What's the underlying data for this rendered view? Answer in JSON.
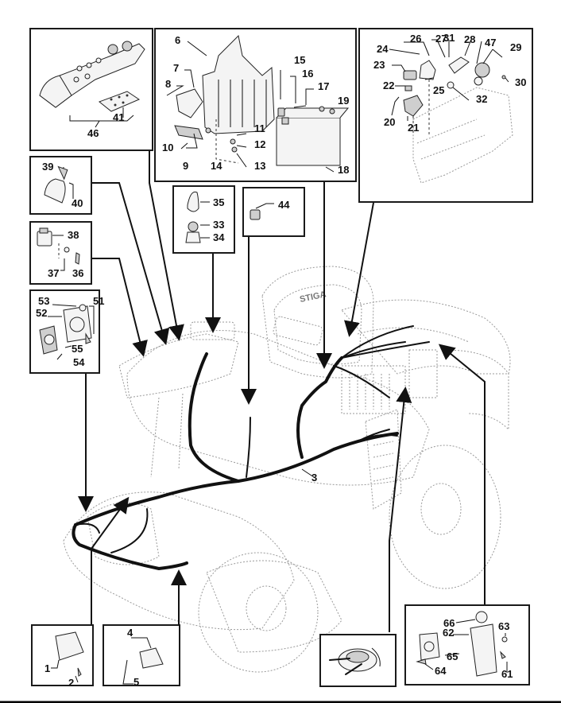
{
  "diagram": {
    "type": "exploded parts diagram",
    "subject": "ride-on mower electrical wiring harness",
    "brand_mark": "STIGA",
    "main_harness_label": "3",
    "panels": [
      {
        "id": "dashboard-panel",
        "labels": [
          "46",
          "41"
        ]
      },
      {
        "id": "battery-panel",
        "labels": [
          "6",
          "7",
          "8",
          "9",
          "10",
          "11",
          "12",
          "13",
          "14",
          "15",
          "16",
          "17",
          "18",
          "19"
        ]
      },
      {
        "id": "rear-bracket-panel",
        "labels": [
          "26",
          "27",
          "31",
          "28",
          "47",
          "29",
          "24",
          "23",
          "22",
          "25",
          "20",
          "21",
          "32",
          "30"
        ]
      },
      {
        "id": "cap-panel",
        "labels": [
          "39",
          "40"
        ]
      },
      {
        "id": "relay-panel",
        "labels": [
          "38",
          "37",
          "36"
        ]
      },
      {
        "id": "socket-panel",
        "labels": [
          "53",
          "51",
          "52",
          "55",
          "54"
        ]
      },
      {
        "id": "ignition-panel",
        "labels": [
          "35",
          "33",
          "34"
        ]
      },
      {
        "id": "switch-panel",
        "labels": [
          "44"
        ]
      },
      {
        "id": "headlight-panel",
        "labels": [
          "1",
          "2"
        ]
      },
      {
        "id": "sensor-panel",
        "labels": [
          "4",
          "5"
        ]
      },
      {
        "id": "clutch-panel",
        "labels": []
      },
      {
        "id": "rear-socket-panel",
        "labels": [
          "66",
          "63",
          "62",
          "65",
          "64",
          "61"
        ]
      }
    ]
  }
}
